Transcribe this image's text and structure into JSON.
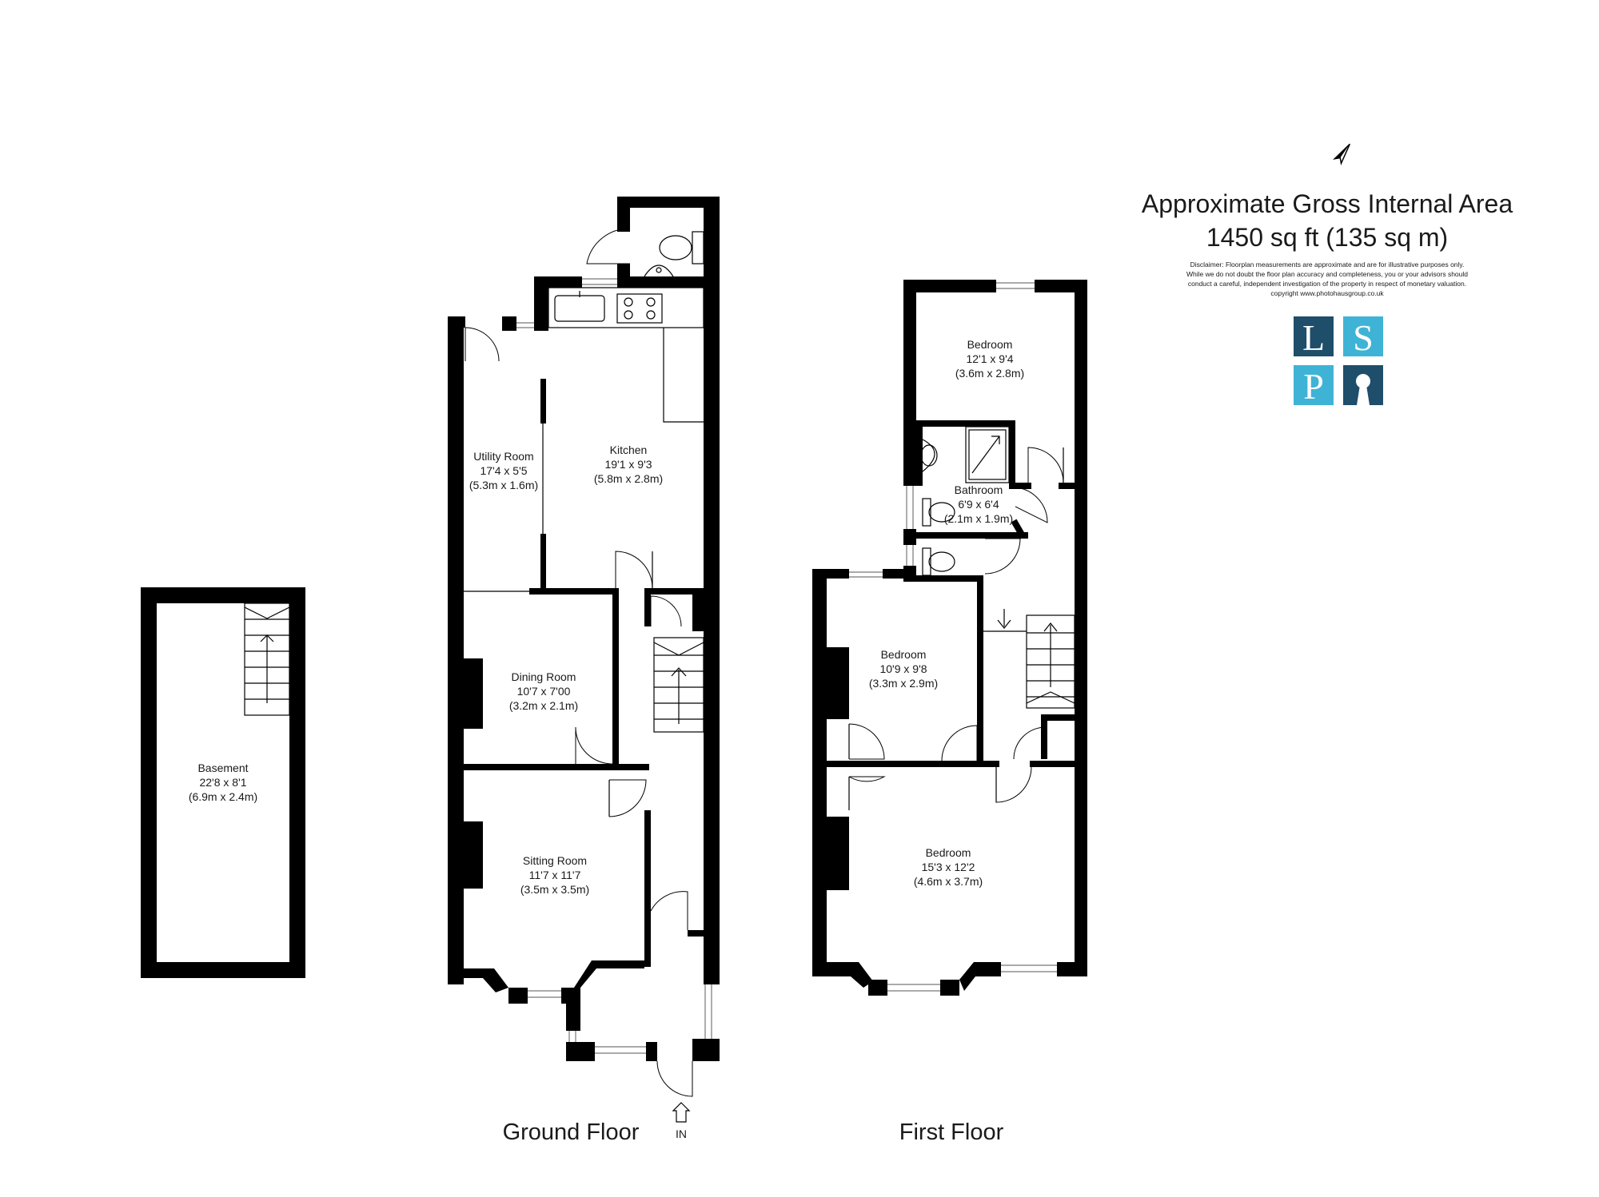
{
  "header": {
    "area_title": "Approximate Gross Internal Area",
    "area_value": "1450 sq ft (135 sq m)",
    "disclaimer_lines": [
      "Disclaimer: Floorplan measurements are approximate and are for illustrative purposes only.",
      "While we do not doubt the floor plan accuracy and completeness, you or your advisors should",
      "conduct a careful, independent investigation of the property in respect of monetary valuation.",
      "copyright www.photohausgroup.co.uk"
    ]
  },
  "logo": {
    "letters": [
      "L",
      "S",
      "P"
    ],
    "colors": {
      "dark": "#1f4e6b",
      "light": "#3fb3d6"
    }
  },
  "floors": {
    "basement": {
      "rooms": [
        {
          "name": "Basement",
          "imperial": "22'8 x 8'1",
          "metric": "(6.9m x 2.4m)"
        }
      ]
    },
    "ground": {
      "title": "Ground Floor",
      "entrance_label": "IN",
      "rooms": [
        {
          "name": "Utility Room",
          "imperial": "17'4 x 5'5",
          "metric": "(5.3m x 1.6m)"
        },
        {
          "name": "Kitchen",
          "imperial": "19'1 x 9'3",
          "metric": "(5.8m x 2.8m)"
        },
        {
          "name": "Dining Room",
          "imperial": "10'7 x 7'00",
          "metric": "(3.2m x 2.1m)"
        },
        {
          "name": "Sitting Room",
          "imperial": "11'7 x 11'7",
          "metric": "(3.5m x 3.5m)"
        }
      ]
    },
    "first": {
      "title": "First Floor",
      "rooms": [
        {
          "name": "Bedroom",
          "imperial": "12'1 x 9'4",
          "metric": "(3.6m x 2.8m)"
        },
        {
          "name": "Bathroom",
          "imperial": "6'9 x 6'4",
          "metric": "(2.1m x 1.9m)"
        },
        {
          "name": "Bedroom",
          "imperial": "10'9 x 9'8",
          "metric": "(3.3m x 2.9m)"
        },
        {
          "name": "Bedroom",
          "imperial": "15'3 x 12'2",
          "metric": "(4.6m x 3.7m)"
        }
      ]
    }
  }
}
